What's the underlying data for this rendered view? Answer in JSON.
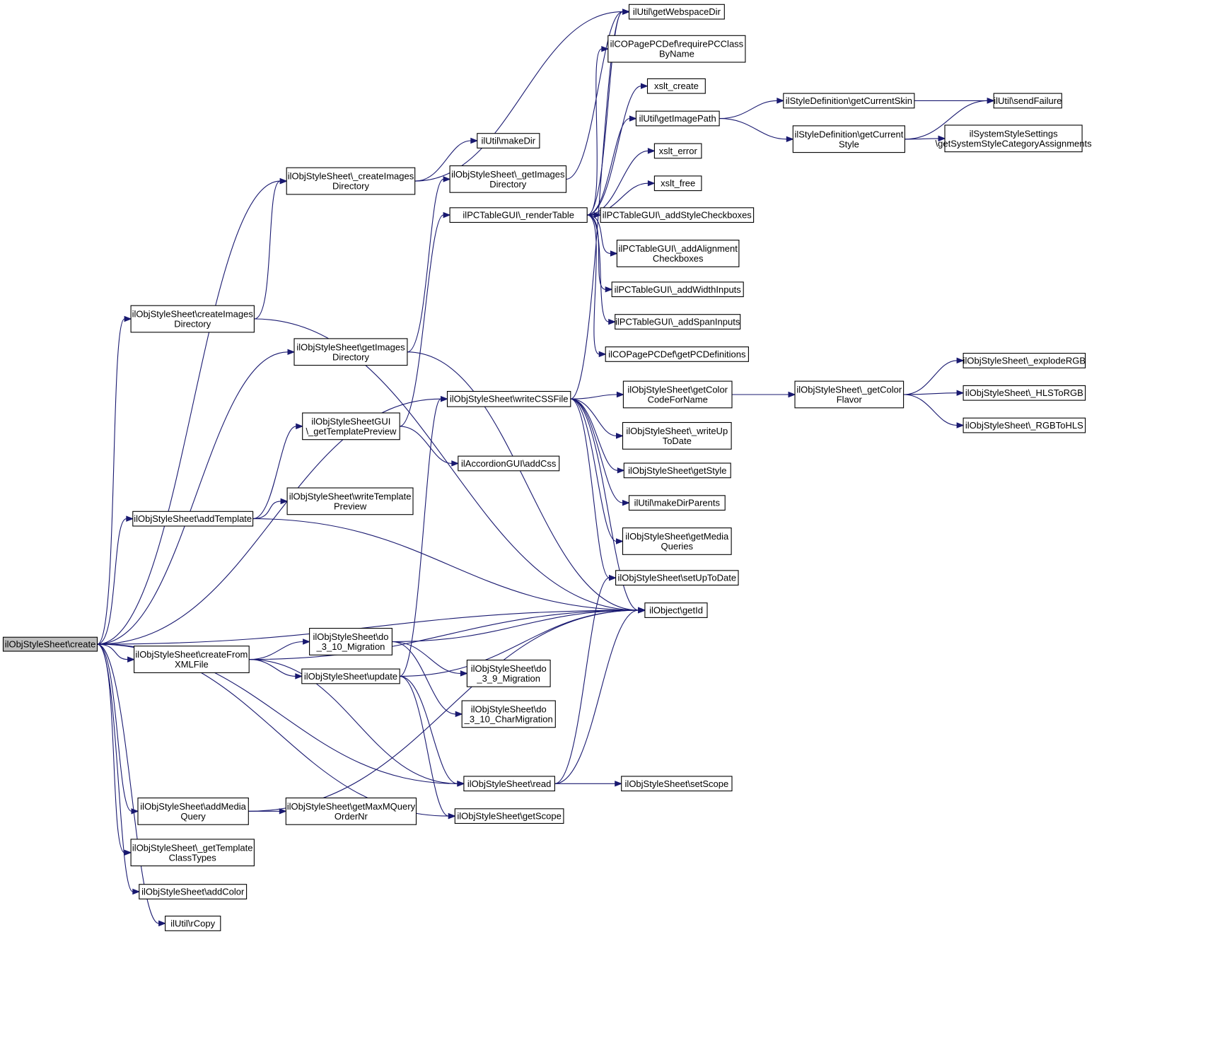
{
  "nodes": [
    {
      "id": "create",
      "lines": [
        "ilObjStyleSheet\\create"
      ],
      "root": true
    },
    {
      "id": "u_createImagesDir",
      "lines": [
        "ilObjStyleSheet\\_createImages",
        "Directory"
      ]
    },
    {
      "id": "createImagesDir",
      "lines": [
        "ilObjStyleSheet\\createImages",
        "Directory"
      ]
    },
    {
      "id": "getImagesDir",
      "lines": [
        "ilObjStyleSheet\\getImages",
        "Directory"
      ]
    },
    {
      "id": "tplPreview",
      "lines": [
        "ilObjStyleSheetGUI",
        "\\_getTemplatePreview"
      ]
    },
    {
      "id": "addTemplate",
      "lines": [
        "ilObjStyleSheet\\addTemplate"
      ]
    },
    {
      "id": "writeTplPreview",
      "lines": [
        "ilObjStyleSheet\\writeTemplate",
        "Preview"
      ]
    },
    {
      "id": "createFromXML",
      "lines": [
        "ilObjStyleSheet\\createFrom",
        "XMLFile"
      ]
    },
    {
      "id": "do310",
      "lines": [
        "ilObjStyleSheet\\do",
        "_3_10_Migration"
      ]
    },
    {
      "id": "update",
      "lines": [
        "ilObjStyleSheet\\update"
      ]
    },
    {
      "id": "addMediaQuery",
      "lines": [
        "ilObjStyleSheet\\addMedia",
        "Query"
      ]
    },
    {
      "id": "getMaxMQ",
      "lines": [
        "ilObjStyleSheet\\getMaxMQuery",
        "OrderNr"
      ]
    },
    {
      "id": "tplClassTypes",
      "lines": [
        "ilObjStyleSheet\\_getTemplate",
        "ClassTypes"
      ]
    },
    {
      "id": "addColor",
      "lines": [
        "ilObjStyleSheet\\addColor"
      ]
    },
    {
      "id": "rCopy",
      "lines": [
        "ilUtil\\rCopy"
      ]
    },
    {
      "id": "makeDir",
      "lines": [
        "ilUtil\\makeDir"
      ]
    },
    {
      "id": "u_getImagesDir",
      "lines": [
        "ilObjStyleSheet\\_getImages",
        "Directory"
      ]
    },
    {
      "id": "renderTable",
      "lines": [
        "ilPCTableGUI\\_renderTable"
      ]
    },
    {
      "id": "writeCSS",
      "lines": [
        "ilObjStyleSheet\\writeCSSFile"
      ]
    },
    {
      "id": "addCss",
      "lines": [
        "ilAccordionGUI\\addCss"
      ]
    },
    {
      "id": "do39",
      "lines": [
        "ilObjStyleSheet\\do",
        "_3_9_Migration"
      ]
    },
    {
      "id": "do310char",
      "lines": [
        "ilObjStyleSheet\\do",
        "_3_10_CharMigration"
      ]
    },
    {
      "id": "read",
      "lines": [
        "ilObjStyleSheet\\read"
      ]
    },
    {
      "id": "getScope",
      "lines": [
        "ilObjStyleSheet\\getScope"
      ]
    },
    {
      "id": "webspace",
      "lines": [
        "ilUtil\\getWebspaceDir"
      ]
    },
    {
      "id": "requirePC",
      "lines": [
        "ilCOPagePCDef\\requirePCClass",
        "ByName"
      ]
    },
    {
      "id": "xsltCreate",
      "lines": [
        "xslt_create"
      ]
    },
    {
      "id": "imagePath",
      "lines": [
        "ilUtil\\getImagePath"
      ]
    },
    {
      "id": "xsltError",
      "lines": [
        "xslt_error"
      ]
    },
    {
      "id": "xsltFree",
      "lines": [
        "xslt_free"
      ]
    },
    {
      "id": "addStyleCb",
      "lines": [
        "ilPCTableGUI\\_addStyleCheckboxes"
      ]
    },
    {
      "id": "addAlignCb",
      "lines": [
        "ilPCTableGUI\\_addAlignment",
        "Checkboxes"
      ]
    },
    {
      "id": "addWidth",
      "lines": [
        "ilPCTableGUI\\_addWidthInputs"
      ]
    },
    {
      "id": "addSpan",
      "lines": [
        "ilPCTableGUI\\_addSpanInputs"
      ]
    },
    {
      "id": "getPCDefs",
      "lines": [
        "ilCOPagePCDef\\getPCDefinitions"
      ]
    },
    {
      "id": "colorCode",
      "lines": [
        "ilObjStyleSheet\\getColor",
        "CodeForName"
      ]
    },
    {
      "id": "writeUpToDate",
      "lines": [
        "ilObjStyleSheet\\_writeUp",
        "ToDate"
      ]
    },
    {
      "id": "getStyle",
      "lines": [
        "ilObjStyleSheet\\getStyle"
      ]
    },
    {
      "id": "makeDirParents",
      "lines": [
        "ilUtil\\makeDirParents"
      ]
    },
    {
      "id": "getMQ",
      "lines": [
        "ilObjStyleSheet\\getMedia",
        "Queries"
      ]
    },
    {
      "id": "setUpToDate",
      "lines": [
        "ilObjStyleSheet\\setUpToDate"
      ]
    },
    {
      "id": "getId",
      "lines": [
        "ilObject\\getId"
      ]
    },
    {
      "id": "setScope",
      "lines": [
        "ilObjStyleSheet\\setScope"
      ]
    },
    {
      "id": "curSkin",
      "lines": [
        "ilStyleDefinition\\getCurrentSkin"
      ]
    },
    {
      "id": "curStyle",
      "lines": [
        "ilStyleDefinition\\getCurrent",
        "Style"
      ]
    },
    {
      "id": "sendFailure",
      "lines": [
        "ilUtil\\sendFailure"
      ]
    },
    {
      "id": "sysStyle",
      "lines": [
        "ilSystemStyleSettings",
        "\\getSystemStyleCategoryAssignments"
      ]
    },
    {
      "id": "colorFlavor",
      "lines": [
        "ilObjStyleSheet\\_getColor",
        "Flavor"
      ]
    },
    {
      "id": "explodeRGB",
      "lines": [
        "ilObjStyleSheet\\_explodeRGB"
      ]
    },
    {
      "id": "hls2rgb",
      "lines": [
        "ilObjStyleSheet\\_HLSToRGB"
      ]
    },
    {
      "id": "rgb2hls",
      "lines": [
        "ilObjStyleSheet\\_RGBToHLS"
      ]
    }
  ],
  "edges": [
    [
      "create",
      "u_createImagesDir"
    ],
    [
      "create",
      "createImagesDir"
    ],
    [
      "create",
      "getImagesDir"
    ],
    [
      "create",
      "writeCSS"
    ],
    [
      "create",
      "addTemplate"
    ],
    [
      "create",
      "getId"
    ],
    [
      "create",
      "createFromXML"
    ],
    [
      "create",
      "read"
    ],
    [
      "create",
      "getScope"
    ],
    [
      "create",
      "addMediaQuery"
    ],
    [
      "create",
      "tplClassTypes"
    ],
    [
      "create",
      "addColor"
    ],
    [
      "create",
      "rCopy"
    ],
    [
      "u_createImagesDir",
      "webspace"
    ],
    [
      "u_createImagesDir",
      "makeDir"
    ],
    [
      "createImagesDir",
      "u_createImagesDir"
    ],
    [
      "createImagesDir",
      "getId"
    ],
    [
      "getImagesDir",
      "u_getImagesDir"
    ],
    [
      "getImagesDir",
      "getId"
    ],
    [
      "u_getImagesDir",
      "webspace"
    ],
    [
      "tplPreview",
      "renderTable"
    ],
    [
      "tplPreview",
      "addCss"
    ],
    [
      "addTemplate",
      "tplPreview"
    ],
    [
      "addTemplate",
      "writeTplPreview"
    ],
    [
      "addTemplate",
      "getId"
    ],
    [
      "createFromXML",
      "getId"
    ],
    [
      "createFromXML",
      "do310"
    ],
    [
      "createFromXML",
      "update"
    ],
    [
      "createFromXML",
      "read"
    ],
    [
      "do310",
      "getId"
    ],
    [
      "do310",
      "do39"
    ],
    [
      "do310",
      "do310char"
    ],
    [
      "update",
      "writeCSS"
    ],
    [
      "update",
      "getId"
    ],
    [
      "update",
      "read"
    ],
    [
      "update",
      "getScope"
    ],
    [
      "addMediaQuery",
      "getMaxMQ"
    ],
    [
      "addMediaQuery",
      "getId"
    ],
    [
      "renderTable",
      "webspace"
    ],
    [
      "renderTable",
      "requirePC"
    ],
    [
      "renderTable",
      "xsltCreate"
    ],
    [
      "renderTable",
      "imagePath"
    ],
    [
      "renderTable",
      "xsltError"
    ],
    [
      "renderTable",
      "xsltFree"
    ],
    [
      "renderTable",
      "addStyleCb"
    ],
    [
      "renderTable",
      "addAlignCb"
    ],
    [
      "renderTable",
      "addWidth"
    ],
    [
      "renderTable",
      "addSpan"
    ],
    [
      "renderTable",
      "getPCDefs"
    ],
    [
      "writeCSS",
      "webspace"
    ],
    [
      "writeCSS",
      "colorCode"
    ],
    [
      "writeCSS",
      "writeUpToDate"
    ],
    [
      "writeCSS",
      "getStyle"
    ],
    [
      "writeCSS",
      "makeDirParents"
    ],
    [
      "writeCSS",
      "getMQ"
    ],
    [
      "writeCSS",
      "setUpToDate"
    ],
    [
      "writeCSS",
      "getId"
    ],
    [
      "read",
      "setUpToDate"
    ],
    [
      "read",
      "getId"
    ],
    [
      "read",
      "setScope"
    ],
    [
      "imagePath",
      "curSkin"
    ],
    [
      "imagePath",
      "curStyle"
    ],
    [
      "curSkin",
      "sendFailure"
    ],
    [
      "curStyle",
      "sendFailure"
    ],
    [
      "curStyle",
      "sysStyle"
    ],
    [
      "colorCode",
      "colorFlavor"
    ],
    [
      "colorFlavor",
      "explodeRGB"
    ],
    [
      "colorFlavor",
      "hls2rgb"
    ],
    [
      "colorFlavor",
      "rgb2hls"
    ]
  ]
}
